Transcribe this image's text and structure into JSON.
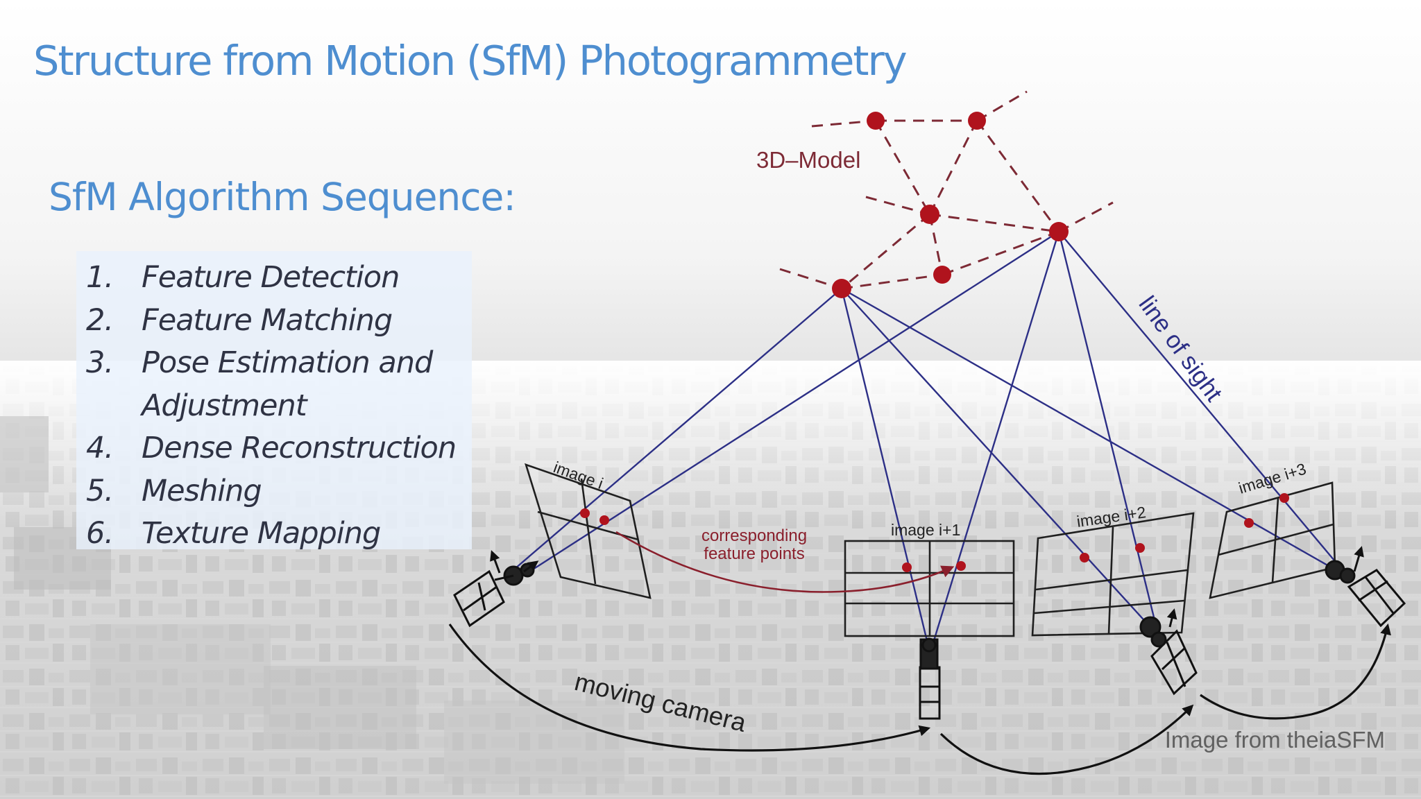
{
  "title": "Structure from Motion (SfM) Photogrammetry",
  "section": {
    "heading": "SfM Algorithm Sequence:",
    "steps": [
      {
        "number": "1.",
        "text": "Feature Detection"
      },
      {
        "number": "2.",
        "text": "Feature Matching"
      },
      {
        "number": "3.",
        "text": "Pose Estimation and",
        "text_continued": "Adjustment"
      },
      {
        "number": "4.",
        "text": "Dense Reconstruction"
      },
      {
        "number": "5.",
        "text": "Meshing"
      },
      {
        "number": "6.",
        "text": "Texture Mapping"
      }
    ]
  },
  "diagram": {
    "model_label": "3D–Model",
    "line_of_sight_label": "line of sight",
    "corresponding_label_line1": "corresponding",
    "corresponding_label_line2": "feature points",
    "moving_camera_label": "moving camera",
    "image_labels": [
      "image i",
      "image i+1",
      "image i+2",
      "image i+3"
    ]
  },
  "credit": "Image from theiaSFM",
  "colors": {
    "title": "#4e8ed0",
    "list_text": "#2f3344",
    "sight_lines": "#2c2f86",
    "model_points": "#b0131d",
    "model_edges": "#7d2a35",
    "diagram_frames": "#1f1f1f",
    "background_photo": "#d2d2d2"
  }
}
